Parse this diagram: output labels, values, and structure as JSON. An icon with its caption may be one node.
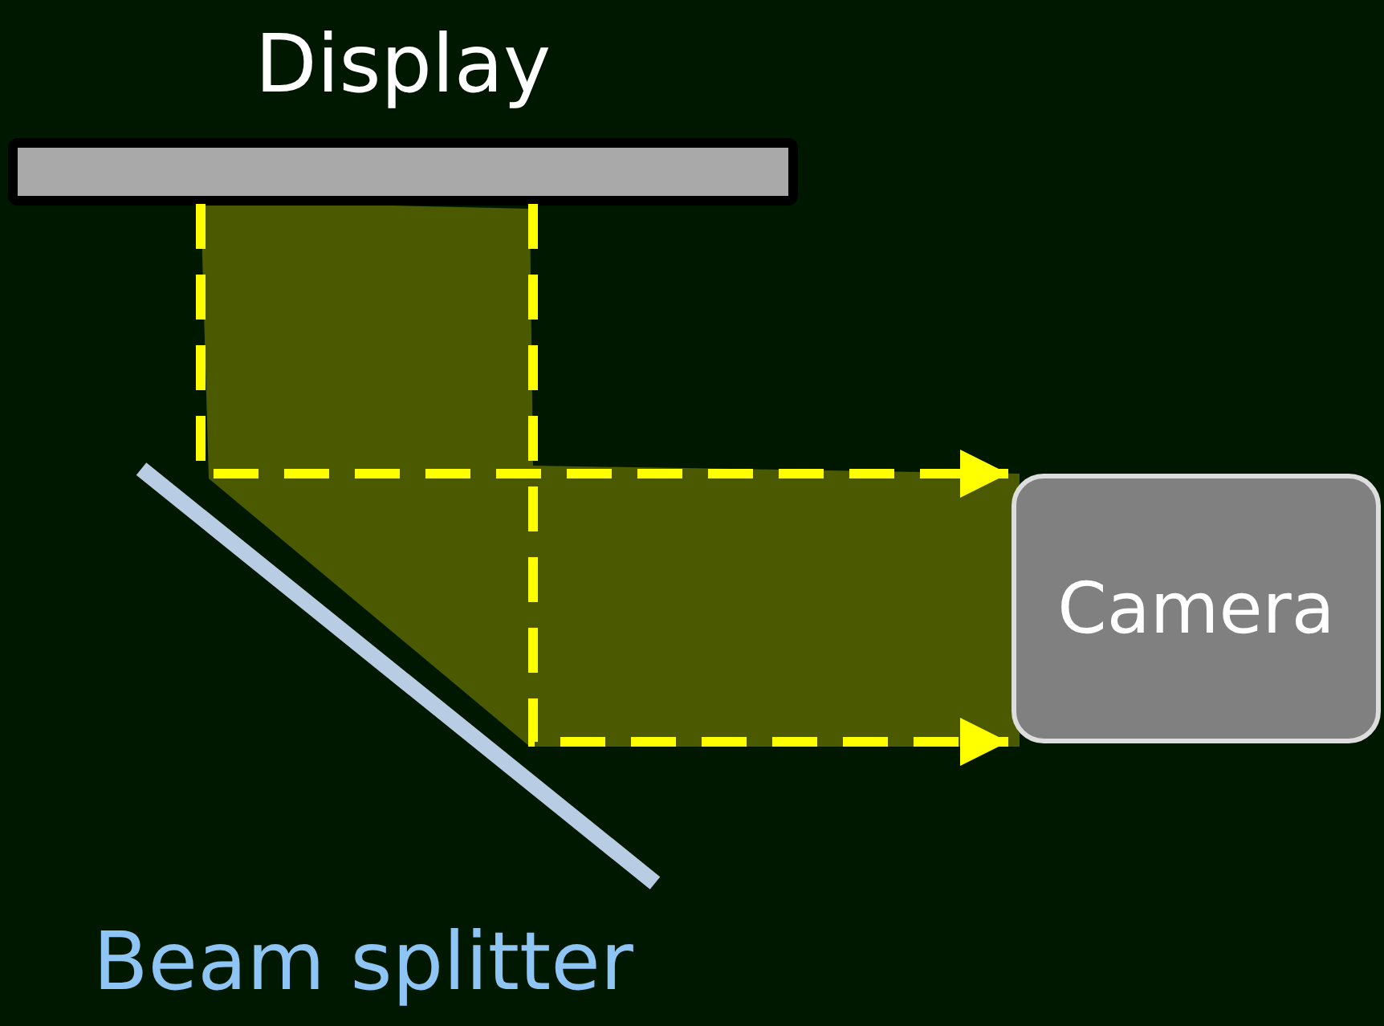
{
  "diagram": {
    "nodes": [
      {
        "text": [
          "Display"
        ]
      },
      {
        "text": [
          "Beam splitter"
        ]
      },
      {
        "text": [
          "Camera"
        ]
      }
    ],
    "edges": [
      {
        "from": 0,
        "to": 2,
        "arrow": "to",
        "style": "dashed"
      },
      {
        "from": 0,
        "to": 2,
        "arrow": "to",
        "style": "dashed"
      }
    ]
  }
}
